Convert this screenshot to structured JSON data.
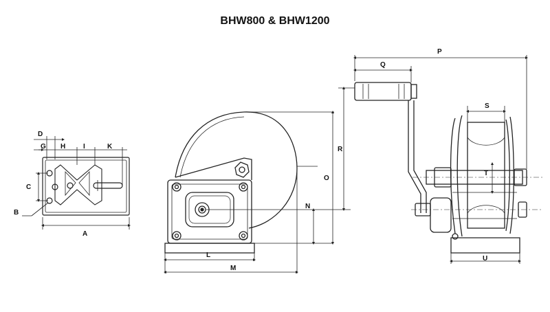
{
  "title": "BHW800 & BHW1200",
  "labels": {
    "A": "A",
    "B": "B",
    "C": "C",
    "D": "D",
    "G": "G",
    "H": "H",
    "I": "I",
    "K": "K",
    "L": "L",
    "M": "M",
    "N": "N",
    "O": "O",
    "P": "P",
    "Q": "Q",
    "R": "R",
    "S": "S",
    "T": "T",
    "U": "U"
  }
}
